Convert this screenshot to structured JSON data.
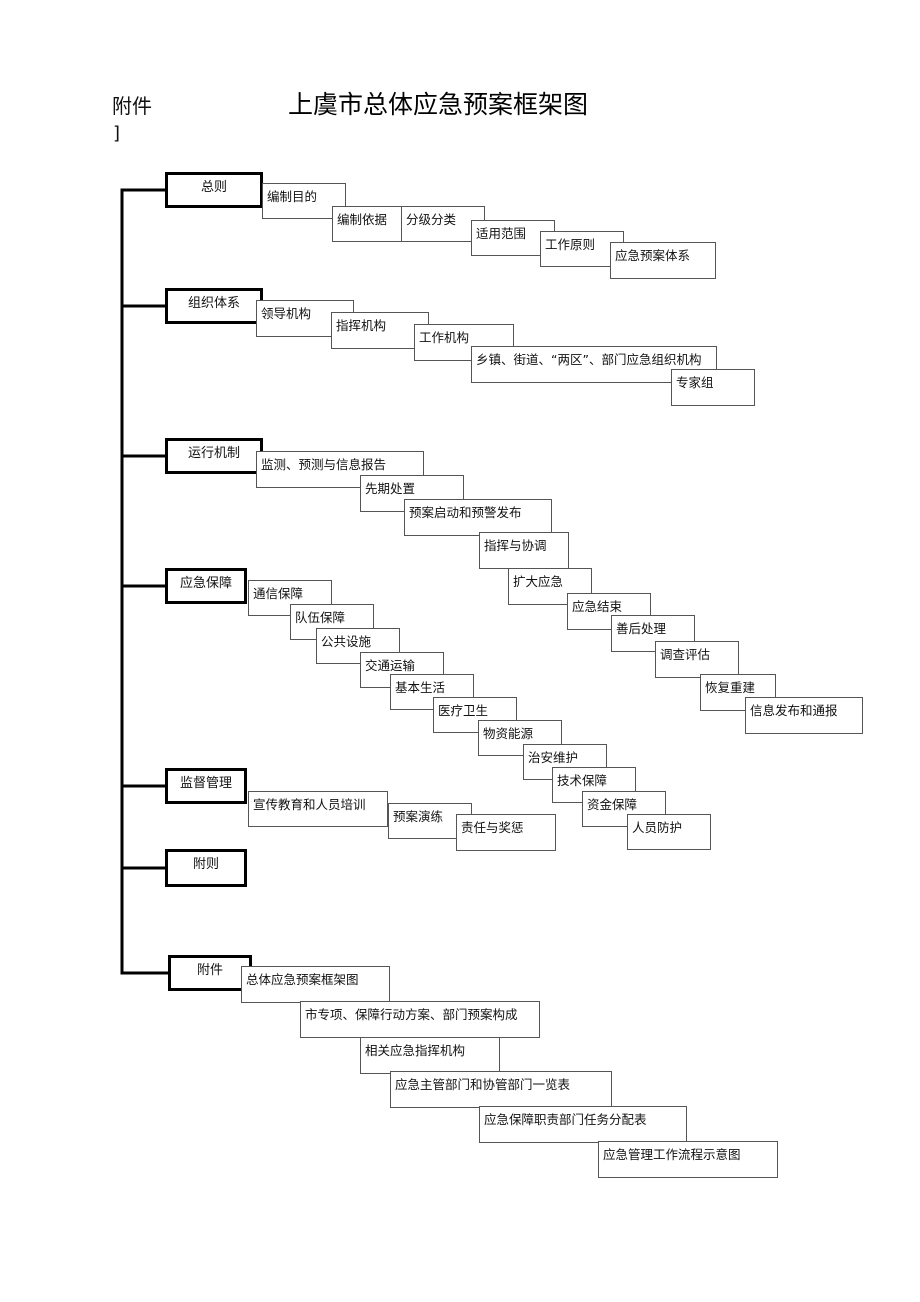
{
  "header": {
    "note": "附件",
    "bracket": "]"
  },
  "title": "上虞市总体应急预案框架图",
  "sections": [
    {
      "label": "总则",
      "items": [
        "编制目的",
        "编制依据",
        "分级分类",
        "适用范围",
        "工作原则",
        "应急预案体系"
      ]
    },
    {
      "label": "组织体系",
      "items": [
        "领导机构",
        "指挥机构",
        "工作机构",
        "乡镇、街道、“两区”、部门应急组织机构",
        "专家组"
      ]
    },
    {
      "label": "运行机制",
      "items": [
        "监测、预测与信息报告",
        "先期处置",
        "预案启动和预警发布",
        "指挥与协调",
        "扩大应急",
        "应急结束",
        "善后处理",
        "调查评估",
        "恢复重建",
        "信息发布和通报"
      ]
    },
    {
      "label": "应急保障",
      "items": [
        "通信保障",
        "队伍保障",
        "公共设施",
        "交通运输",
        "基本生活",
        "医疗卫生",
        "物资能源",
        "治安维护",
        "技术保障",
        "资金保障",
        "人员防护"
      ]
    },
    {
      "label": "监督管理",
      "items": [
        "宣传教育和人员培训",
        "预案演练",
        "责任与奖惩"
      ]
    },
    {
      "label": "附则",
      "items": []
    },
    {
      "label": "附件",
      "items": [
        "总体应急预案框架图",
        "市专项、保障行动方案、部门预案构成",
        "相关应急指挥机构",
        "应急主管部门和协管部门一览表",
        "应急保障职责部门任务分配表",
        "应急管理工作流程示意图"
      ]
    }
  ]
}
